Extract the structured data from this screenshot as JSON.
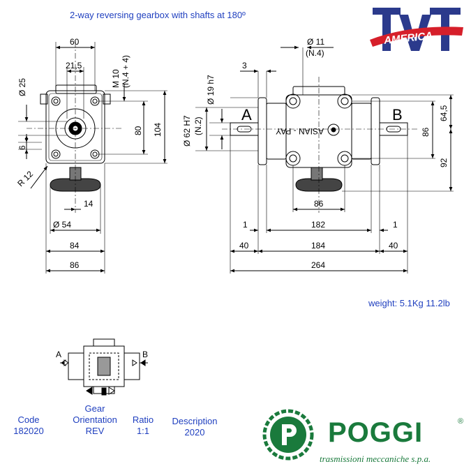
{
  "title": "2-way reversing gearbox with shafts at 180º",
  "weight": "weight: 5.1Kg 11.2lb",
  "logo_tvt": {
    "text_main": "tvt",
    "text_sub": "AMERICA",
    "color_main": "#2b3a8c",
    "color_sub": "#d61f2a"
  },
  "logo_poggi": {
    "word": "POGGI",
    "registered": "®",
    "subtitle": "trasmissioni meccaniche s.p.a.",
    "color": "#1a7a3c"
  },
  "meta": {
    "code": {
      "label": "Code",
      "value": "182020"
    },
    "gear_orientation": {
      "label_line1": "Gear",
      "label_line2": "Orientation",
      "value": "REV"
    },
    "ratio": {
      "label": "Ratio",
      "value": "1:1"
    },
    "description": {
      "label": "Description",
      "value": "2020"
    }
  },
  "left_view": {
    "dims": {
      "d60": "60",
      "d21_5": "21,5",
      "phi25": "Ø 25",
      "m10": "M 10",
      "n4x4": "(N.4 + 4)",
      "d80": "80",
      "d104": "104",
      "d6": "6",
      "r12": "R 12",
      "d14": "14",
      "phi54": "Ø 54",
      "d84": "84",
      "d86": "86"
    }
  },
  "front_view": {
    "dims": {
      "phi11": "Ø 11",
      "n4": "(N.4)",
      "d3": "3",
      "phi19h7": "Ø 19 h7",
      "phi62h7": "Ø 62 H7",
      "n2": "(N.2)",
      "d64_5": "64,5",
      "d86v": "86",
      "d92": "92",
      "d86h": "86",
      "d1a": "1",
      "d182": "182",
      "d1b": "1",
      "d40a": "40",
      "d184": "184",
      "d40b": "40",
      "d264": "264"
    },
    "label_a": "A",
    "label_b": "B",
    "plate_text": "ASIAN - PAY"
  },
  "schematic": {
    "label_a": "A",
    "label_b": "B"
  }
}
